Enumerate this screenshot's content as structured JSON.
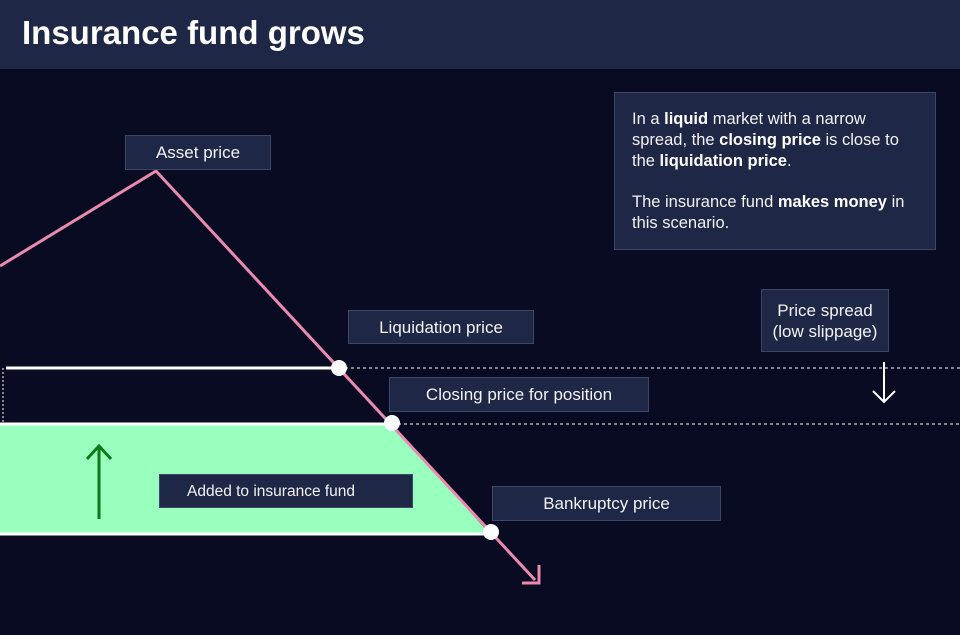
{
  "title": "Insurance fund grows",
  "labels": {
    "asset_price": "Asset price",
    "liquidation_price": "Liquidation price",
    "closing_price": "Closing price for position",
    "added_to_fund": "Added to insurance fund",
    "bankruptcy_price": "Bankruptcy price",
    "price_spread_1": "Price spread",
    "price_spread_2": "(low slippage)"
  },
  "info": {
    "p1": [
      "In a ",
      "liquid",
      " market with a narrow spread, the ",
      "closing price",
      " is close to the ",
      "liquidation price",
      "."
    ],
    "p2": [
      "The insurance fund ",
      "makes money",
      " in this scenario."
    ]
  },
  "colors": {
    "price_line": "#e98aae",
    "fund_fill": "#99ffbf",
    "fund_arrow": "#0a7a1a",
    "background": "#080b22",
    "panel": "#1f2747"
  }
}
